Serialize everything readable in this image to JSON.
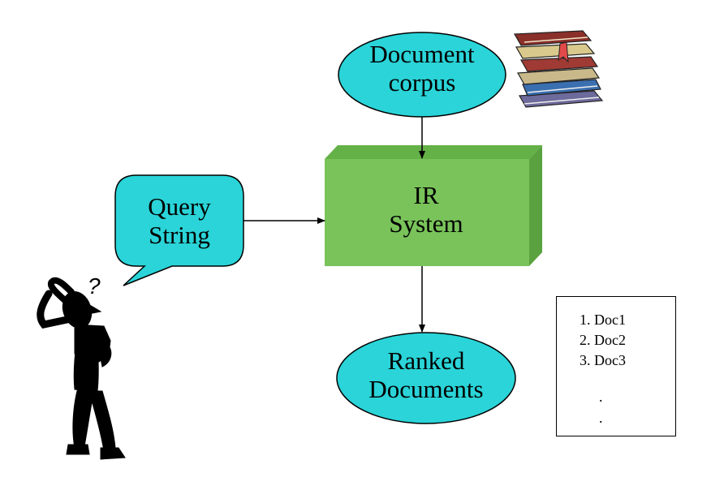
{
  "nodes": {
    "document_corpus": [
      "Document",
      "corpus"
    ],
    "ir_system": [
      "IR",
      "System"
    ],
    "query_string": [
      "Query",
      "String"
    ],
    "ranked_documents": [
      "Ranked",
      "Documents"
    ]
  },
  "results_list": {
    "items": [
      "1. Doc1",
      "2. Doc2",
      "3. Doc3"
    ],
    "ellipsis": [
      ".",
      "."
    ]
  },
  "icons": {
    "person": "thinking-person-icon",
    "question_mark": "?",
    "books": "book-stack-icon"
  },
  "colors": {
    "ellipse_fill": "#2ad4d8",
    "box_front": "#79c35a",
    "box_top": "#64b148",
    "box_side": "#5aa23f",
    "outline": "#000000"
  }
}
